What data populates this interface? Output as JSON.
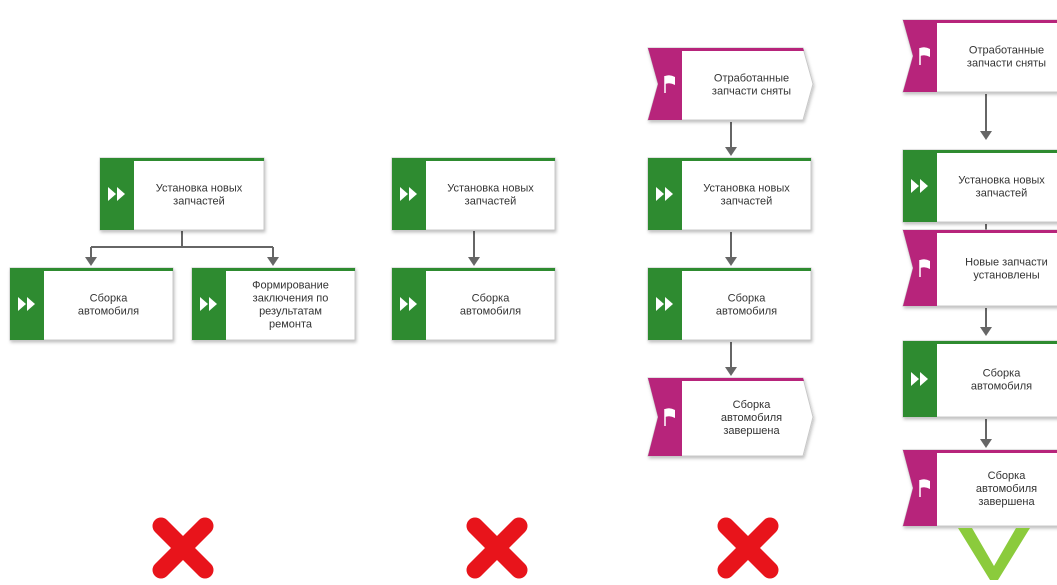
{
  "colors": {
    "function": "#2e8b30",
    "event": "#b7247b",
    "connector": "#666666",
    "wrong": "#e8141b",
    "correct": "#8bcb3c"
  },
  "icons": {
    "function": "fast-forward-icon",
    "event": "flag-icon",
    "wrong": "red-cross-icon",
    "correct": "green-check-icon"
  },
  "labels": {
    "install_new_parts": [
      "Установка новых",
      "запчастей"
    ],
    "install_new_parts_tight": [
      "Установка новых",
      "запчастей"
    ],
    "assemble_car": [
      "Сборка",
      "автомобиля"
    ],
    "form_conclusion": [
      "Формирование",
      "заключения по",
      "результатам",
      "ремонта"
    ],
    "used_parts_removed": [
      "Отработанные",
      "запчасти сняты"
    ],
    "new_parts_installed": [
      "Новые запчасти",
      "установлены"
    ],
    "car_assembly_done": [
      "Сборка",
      "автомобиля",
      "завершена"
    ]
  },
  "variants": [
    {
      "verdict": "wrong",
      "verdict_icon": "red-cross-icon"
    },
    {
      "verdict": "wrong",
      "verdict_icon": "red-cross-icon"
    },
    {
      "verdict": "wrong",
      "verdict_icon": "red-cross-icon"
    },
    {
      "verdict": "correct",
      "verdict_icon": "green-check-icon"
    }
  ]
}
